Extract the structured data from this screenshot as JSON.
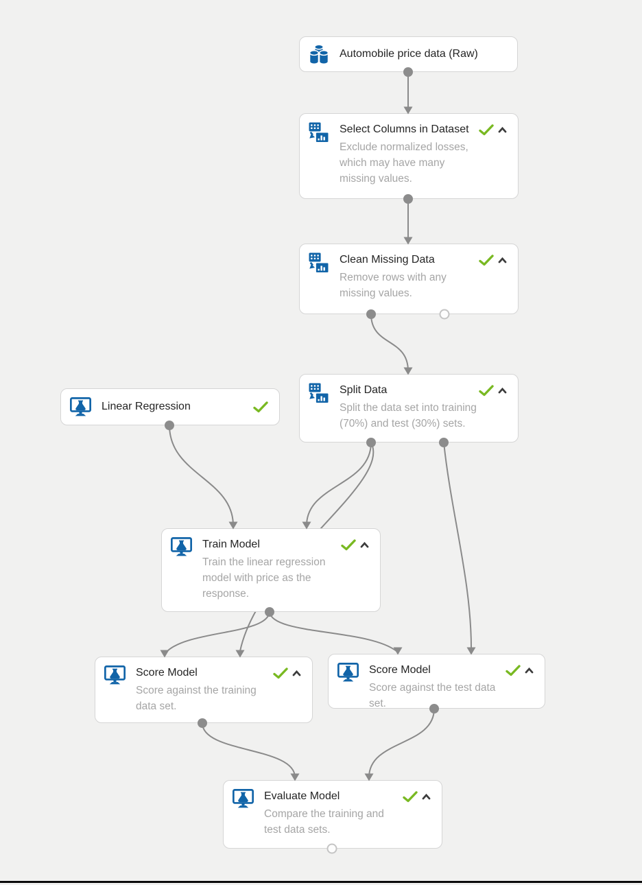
{
  "colors": {
    "accent_blue": "#1164a8",
    "success_green": "#79b922",
    "connector_gray": "#8a8a8a",
    "canvas_bg": "#f1f1f0",
    "node_border": "#d5d5d5",
    "title_text": "#242424",
    "description_text": "#a5a5a5"
  },
  "nodes": [
    {
      "title": "Automobile price data (Raw)",
      "description": "",
      "icon": "dataset-icon",
      "status": ""
    },
    {
      "title": "Select Columns in Dataset",
      "description": "Exclude normalized losses, which may have many missing values.",
      "icon": "data-transform-icon",
      "status": "completed"
    },
    {
      "title": "Clean Missing Data",
      "description": "Remove rows with any missing values.",
      "icon": "data-transform-icon",
      "status": "completed"
    },
    {
      "title": "Split Data",
      "description": "Split the data set into training (70%) and test (30%) sets.",
      "icon": "data-transform-icon",
      "status": "completed"
    },
    {
      "title": "Linear Regression",
      "description": "",
      "icon": "ml-model-icon",
      "status": "completed"
    },
    {
      "title": "Train Model",
      "description": "Train the linear regression model with price as the response.",
      "icon": "ml-model-icon",
      "status": "completed"
    },
    {
      "title": "Score Model",
      "description": "Score against the training data set.",
      "icon": "ml-model-icon",
      "status": "completed"
    },
    {
      "title": "Score Model",
      "description": "Score against the test data set.",
      "icon": "ml-model-icon",
      "status": "completed"
    },
    {
      "title": "Evaluate Model",
      "description": "Compare the training and test data sets.",
      "icon": "ml-model-icon",
      "status": "completed"
    }
  ]
}
